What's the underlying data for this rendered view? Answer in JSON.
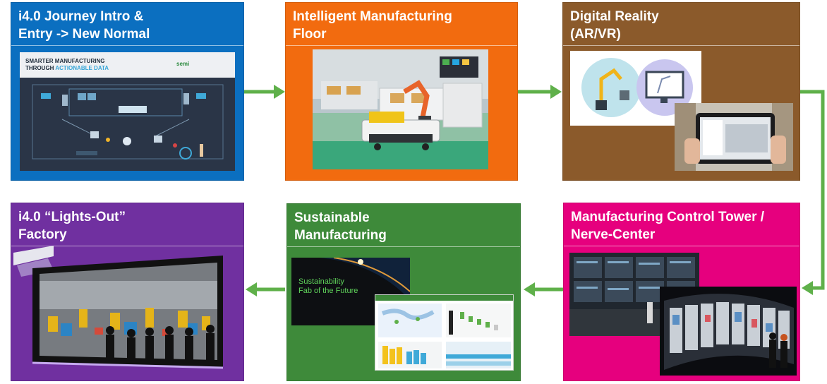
{
  "colors": {
    "blue": "#0b6fc0",
    "orange": "#f26b0f",
    "brown": "#8b5a2b",
    "purple": "#7030a0",
    "green": "#3e8a3a",
    "magenta": "#e6007e",
    "arrow": "#5fb04a"
  },
  "boxes": {
    "journey": {
      "line1": "i4.0 Journey Intro &",
      "line2": "Entry -> New Normal"
    },
    "floor": {
      "line1": "Intelligent Manufacturing",
      "line2": "Floor"
    },
    "reality": {
      "line1": "Digital Reality",
      "line2": "(AR/VR)"
    },
    "tower": {
      "line1": "Manufacturing Control Tower /",
      "line2": "Nerve-Center"
    },
    "sustainable": {
      "line1": "Sustainable",
      "line2": "Manufacturing"
    },
    "lightsout": {
      "line1": "i4.0 “Lights-Out”",
      "line2": "Factory"
    }
  },
  "thumbnails": {
    "smarter": {
      "line1": "SMARTER MANUFACTURING",
      "line2_a": "THROUGH ",
      "line2_b": "ACTIONABLE DATA",
      "logo": "semi"
    },
    "fab": {
      "line1": "Sustainability",
      "line2": "Fab of the Future"
    }
  }
}
